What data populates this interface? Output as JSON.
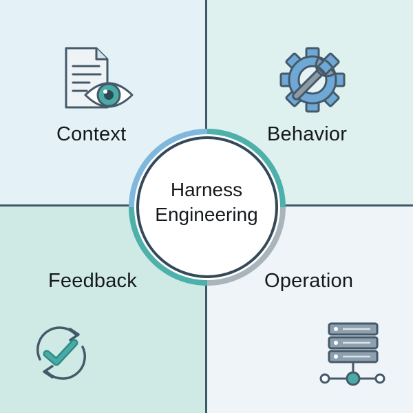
{
  "center": {
    "line1": "Harness",
    "line2": "Engineering"
  },
  "quadrants": {
    "top_left": {
      "label": "Context",
      "icon": "document-eye-icon"
    },
    "top_right": {
      "label": "Behavior",
      "icon": "gear-wrench-icon"
    },
    "bottom_left": {
      "label": "Feedback",
      "icon": "sync-check-icon"
    },
    "bottom_right": {
      "label": "Operation",
      "icon": "server-network-icon"
    }
  },
  "colors": {
    "top_left_bg": "#e4f2f8",
    "top_right_bg": "#dff1ef",
    "bottom_left_bg": "#cfe9e5",
    "bottom_right_bg": "#eef4f7",
    "divider": "#3f5868",
    "icon_outline": "#44596a",
    "icon_blue": "#6fa8d4",
    "icon_teal": "#4aaba6",
    "ring_blue": "#7fb8dc",
    "ring_teal": "#4db0aa",
    "ring_gray": "#aab4bb"
  }
}
